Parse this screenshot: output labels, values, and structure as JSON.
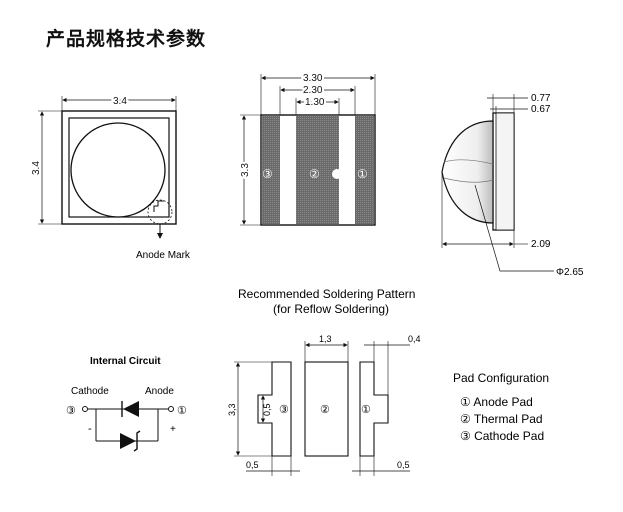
{
  "title": "产品规格技术参数",
  "top_view": {
    "width_dim": "3.4",
    "height_dim": "3.4",
    "anode_mark_label": "Anode Mark"
  },
  "bottom_view": {
    "outer_dim": "3.30",
    "middle_dim": "2.30",
    "inner_dim": "1.30",
    "height_dim": "3.3",
    "pad_labels": [
      "③",
      "②",
      "①"
    ]
  },
  "side_view": {
    "dim_top": "0.77",
    "dim_inner": "0.67",
    "dim_base": "2.09",
    "dim_dome": "Φ2.65"
  },
  "soldering": {
    "title_line1": "Recommended Soldering Pattern",
    "title_line2": "(for Reflow Soldering)",
    "dim_center": "1,3",
    "dim_right": "0,4",
    "dim_height": "3,3",
    "dim_small_pad": "0,5",
    "dim_bottom_left": "0,5",
    "dim_bottom_right": "0,5",
    "pad_labels": [
      "③",
      "②",
      "①"
    ]
  },
  "internal_circuit": {
    "title": "Internal Circuit",
    "cathode_label": "Cathode",
    "anode_label": "Anode",
    "pin_left": "③",
    "pin_right": "①",
    "minus": "-",
    "plus": "+"
  },
  "pad_configuration": {
    "title": "Pad Configuration",
    "items": [
      "① Anode Pad",
      "② Thermal Pad",
      "③ Cathode Pad"
    ]
  }
}
